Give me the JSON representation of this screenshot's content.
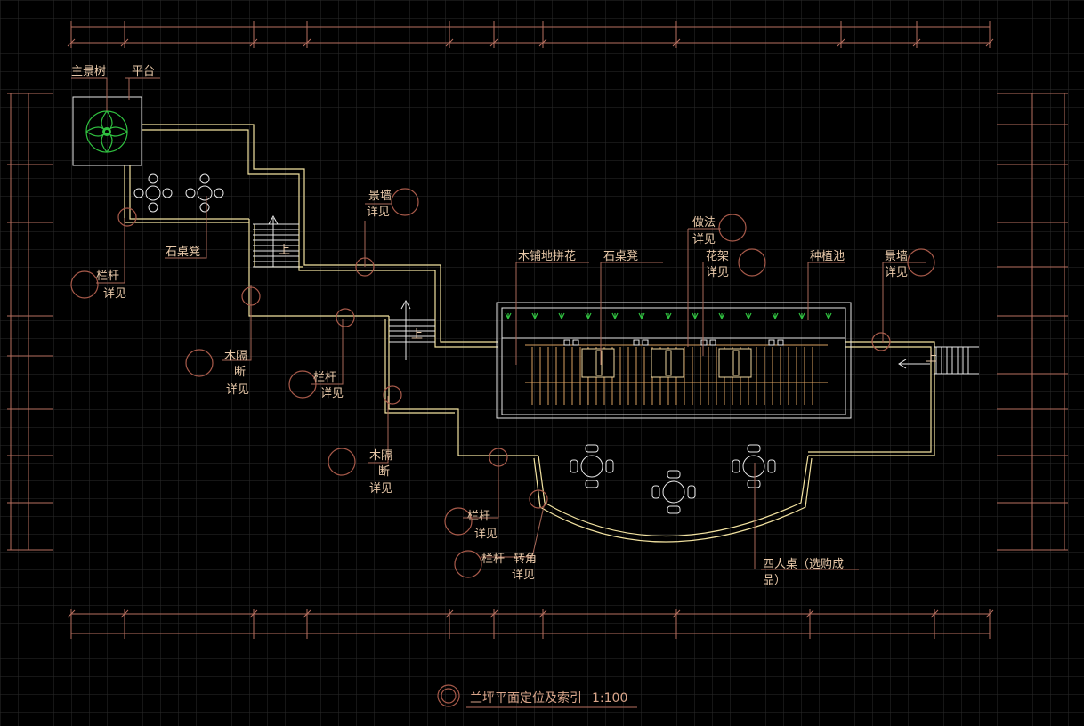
{
  "colors": {
    "background": "#000000",
    "grid": "#2b2b2b",
    "wall": "#f2e2a0",
    "dimension": "#b87060",
    "label": "#e8c8a8",
    "index_bubble": "#a85a4a",
    "planting": "#30c040",
    "wood": "#d8a060"
  },
  "labels": {
    "main_tree": "主景树",
    "platform": "平台",
    "stone_table_left": "石桌凳",
    "railing_1": "栏杆",
    "railing_1_ref": "详见",
    "feature_wall_1": "景墙",
    "feature_wall_1_ref": "详见",
    "wood_partition_1_a": "木隔",
    "wood_partition_1_b": "断",
    "wood_partition_1_ref": "详见",
    "railing_2": "栏杆",
    "railing_2_ref": "详见",
    "wood_partition_2_a": "木隔",
    "wood_partition_2_b": "断",
    "wood_partition_2_ref": "详见",
    "wood_paving": "木铺地拼花",
    "stone_table_mid": "石桌凳",
    "paving_method": "做法",
    "paving_method_ref": "详见",
    "pergola": "花架",
    "pergola_ref": "详见",
    "planter": "种植池",
    "feature_wall_2": "景墙",
    "feature_wall_2_ref": "详见",
    "railing_3": "栏杆",
    "railing_3_ref": "详见",
    "railing_4": "栏杆",
    "corner": "转角",
    "railing_4_ref": "详见",
    "four_person_table_a": "四人桌（选购成",
    "four_person_table_b": "品）",
    "up_1": "上",
    "up_2": "上",
    "up_3": "上"
  },
  "title": {
    "text": "兰坪平面定位及索引",
    "scale": "1:100"
  },
  "icons": {
    "title_marker": "double-circle-icon",
    "tree": "tree-symbol-icon",
    "table_set": "round-table-with-stools-icon",
    "plant": "shrub-arrow-icon",
    "index": "index-bubble-icon"
  }
}
